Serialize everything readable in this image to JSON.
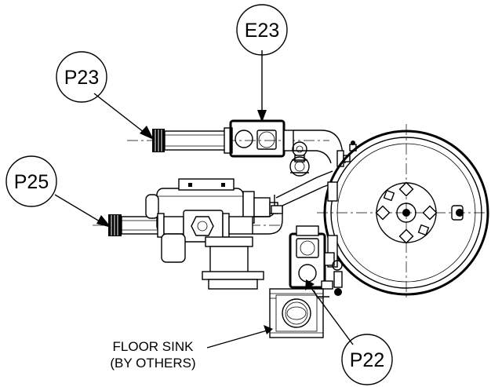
{
  "callouts": {
    "e23": "E23",
    "p23": "P23",
    "p25": "P25",
    "p22": "P22"
  },
  "note": {
    "line1": "FLOOR SINK",
    "line2": "(BY OTHERS)"
  }
}
